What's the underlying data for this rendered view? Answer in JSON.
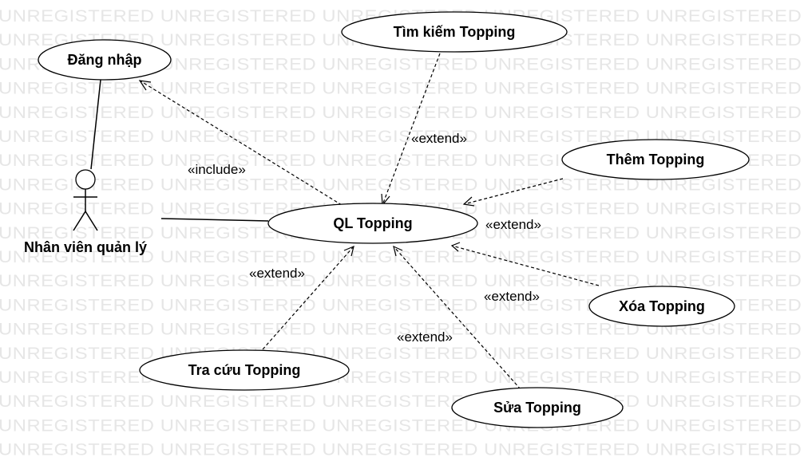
{
  "watermark": "UNREGISTERED",
  "actor": {
    "name": "Nhân viên quản lý"
  },
  "use_cases": {
    "login": "Đăng nhập",
    "manage": "QL Topping",
    "search": "Tìm kiếm Topping",
    "add": "Thêm Topping",
    "delete": "Xóa Topping",
    "edit": "Sửa Topping",
    "lookup": "Tra cứu Topping"
  },
  "relations": {
    "include": "«include»",
    "extend": "«extend»"
  }
}
